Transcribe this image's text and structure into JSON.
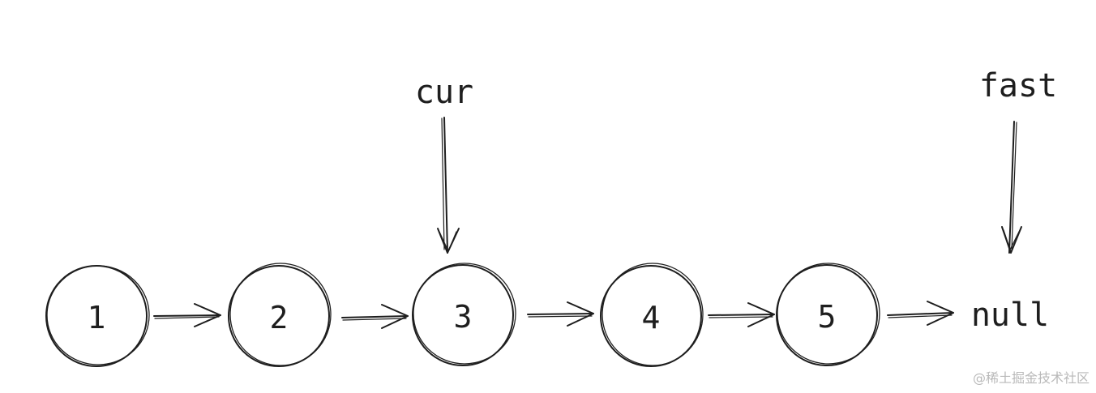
{
  "diagram": {
    "nodes": [
      {
        "label": "1"
      },
      {
        "label": "2"
      },
      {
        "label": "3"
      },
      {
        "label": "4"
      },
      {
        "label": "5"
      }
    ],
    "terminal": "null",
    "pointers": {
      "cur": "cur",
      "fast": "fast"
    }
  },
  "watermark": "@稀土掘金技术社区",
  "colors": {
    "stroke": "#1e1e1e",
    "background": "#ffffff",
    "watermark": "#b9b9b9"
  }
}
